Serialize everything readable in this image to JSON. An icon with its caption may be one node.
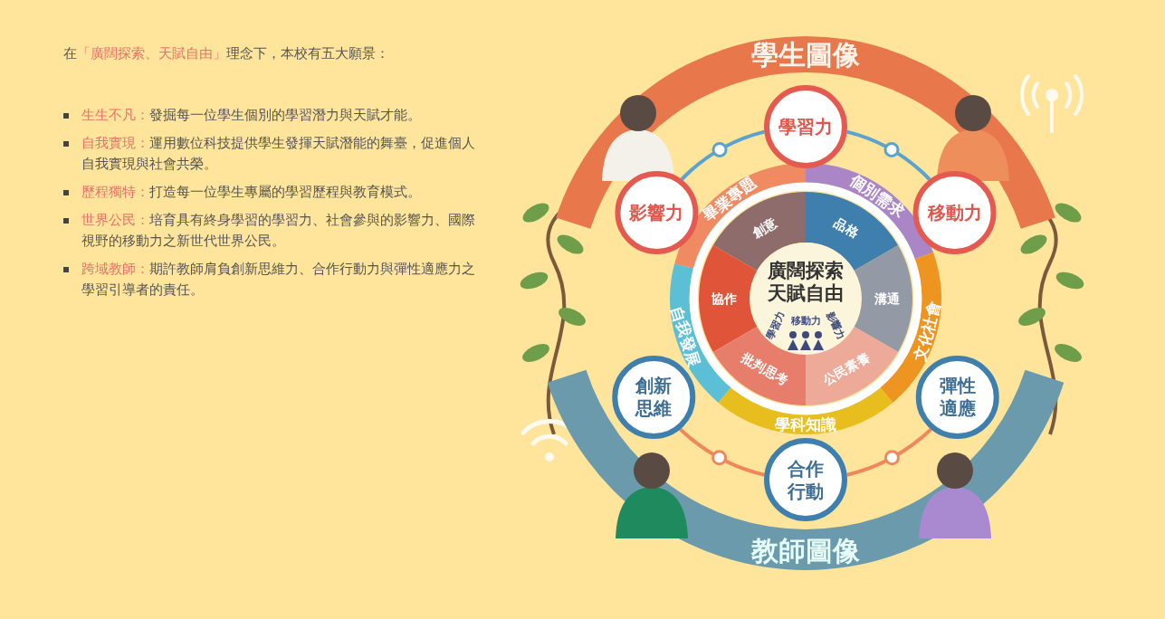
{
  "diagram": {
    "nodes": [
      {
        "text": [
          "學生圖像"
        ]
      },
      {
        "text": [
          "學習力"
        ]
      },
      {
        "text": [
          "影響力"
        ]
      },
      {
        "text": [
          "移動力"
        ]
      },
      {
        "text": [
          "畢業專題"
        ]
      },
      {
        "text": [
          "個別需求"
        ]
      },
      {
        "text": [
          "創意"
        ]
      },
      {
        "text": [
          "品格"
        ]
      },
      {
        "text": [
          "廣闊探索天賦自由",
          "學習力",
          "移動力",
          "影響力"
        ]
      },
      {
        "text": [
          "協作"
        ]
      },
      {
        "text": [
          "溝通"
        ]
      },
      {
        "text": [
          "文化社會"
        ]
      },
      {
        "text": [
          "自我發展"
        ]
      },
      {
        "text": [
          "批判思考"
        ]
      },
      {
        "text": [
          "公民素養"
        ]
      },
      {
        "text": [
          "創新思維"
        ]
      },
      {
        "text": [
          "彈性適應"
        ]
      },
      {
        "text": [
          "學科知識"
        ]
      },
      {
        "text": [
          "合作行動"
        ]
      },
      {
        "text": [
          "教師圖像"
        ]
      }
    ],
    "edges": [
      {
        "from": 2,
        "to": 1,
        "arrow": "none",
        "color": "#5aa3cf"
      },
      {
        "from": 1,
        "to": 3,
        "arrow": "none",
        "color": "#5aa3cf"
      },
      {
        "from": 15,
        "to": 18,
        "arrow": "none",
        "color": "#f0875c"
      },
      {
        "from": 18,
        "to": 16,
        "arrow": "none",
        "color": "#f0875c"
      }
    ],
    "labels": [
      "在**「廣闊探索、天賦自由」**理念下，本校有五大願景：",
      "**生生不凡：**發掘每一位學生個別的學習潛力與天賦才能。",
      "**自我實現：**運用數位科技提供學生發揮天賦潛能的舞臺，促進個人自我實現與社會共榮。",
      "**歷程獨特：**打造每一位學生專屬的學習歷程與教育模式。",
      "**世界公民：**培育具有終身學習的學習力、社會參與的影響力、國際視野的移動力之新世代世界公民。",
      "**跨域教師：**期許教師肩負創新思維力、合作行動力與彈性適應力之學習引導者的責任。"
    ]
  }
}
